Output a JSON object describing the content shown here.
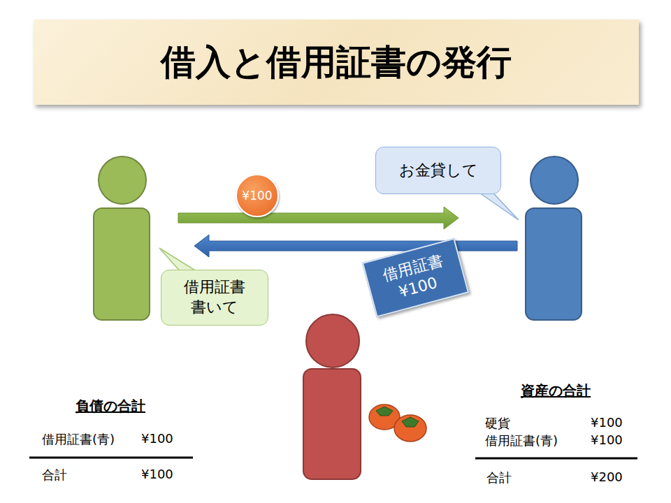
{
  "diagram": {
    "title": "借入と借用証書の発行",
    "nodes": [
      {
        "text": [
          "¥100"
        ]
      },
      {
        "text": [
          "お金貸して"
        ]
      },
      {
        "text": [
          "借用証書 書いて"
        ]
      },
      {
        "text": [
          "借用証書 ¥100"
        ]
      }
    ],
    "labels": [
      "負債の合計",
      "借用証書(青)",
      "¥100",
      "合計",
      "¥100",
      "資産の合計",
      "硬貨",
      "¥100",
      "借用証書(青)",
      "¥100",
      "合計",
      "¥200"
    ]
  }
}
